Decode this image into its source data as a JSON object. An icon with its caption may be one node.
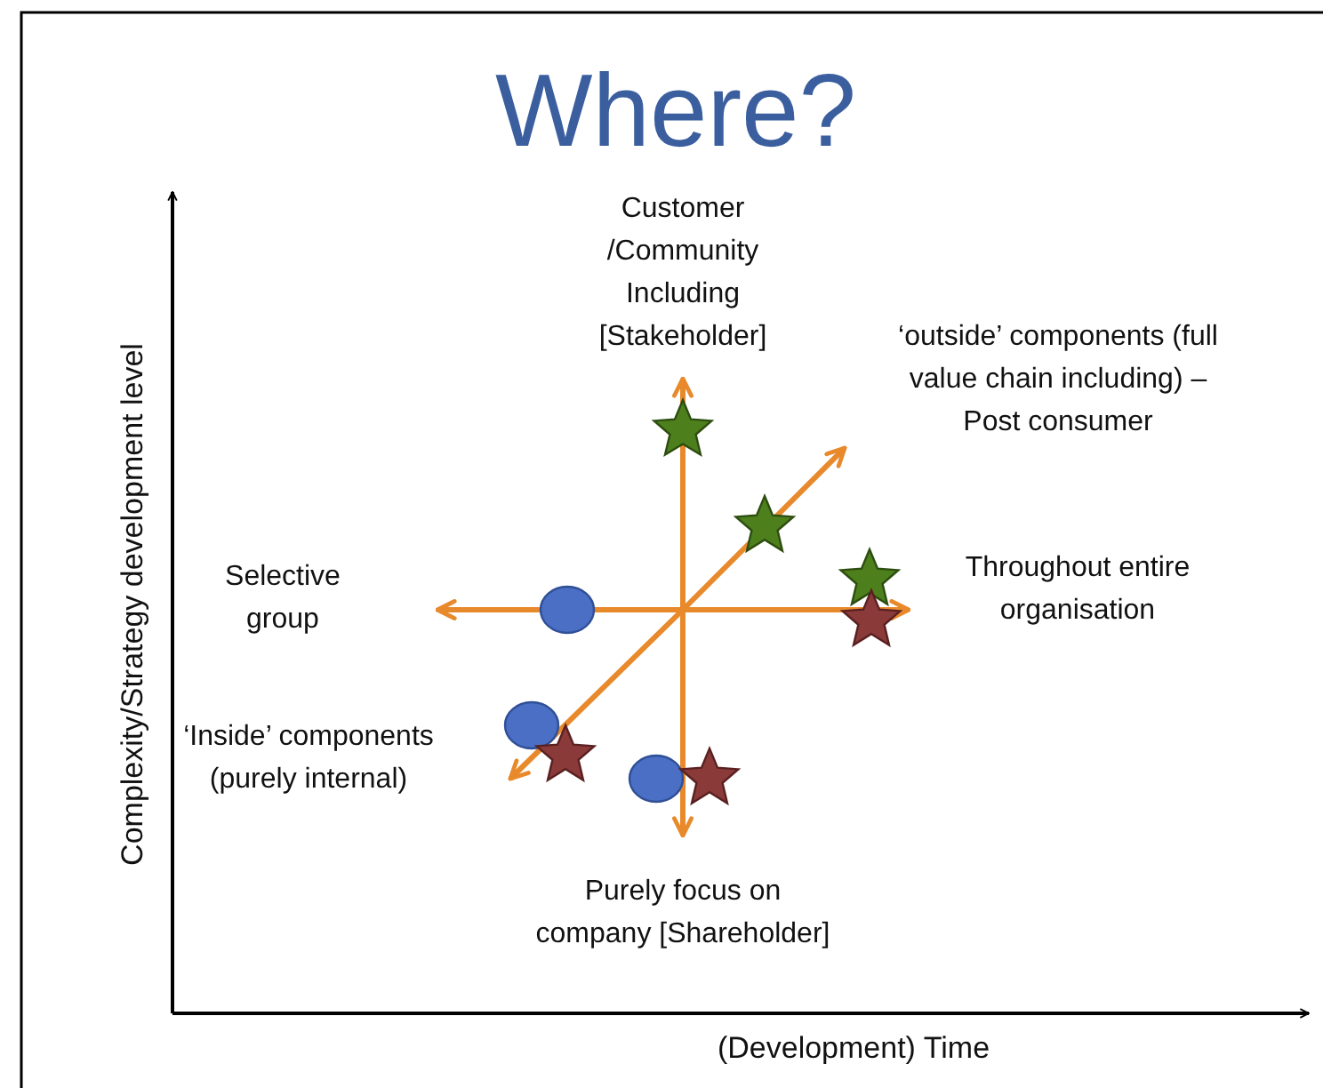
{
  "diagram": {
    "title": "Where?",
    "nodes": [
      {
        "text": [
          "Customer /Community Including [Stakeholder]"
        ]
      },
      {
        "text": [
          "‘outside’ components (full value chain including) – Post consumer"
        ]
      },
      {
        "text": [
          "Selective group"
        ]
      },
      {
        "text": [
          "Throughout entire organisation"
        ]
      },
      {
        "text": [
          "‘Inside’ components (purely internal)"
        ]
      },
      {
        "text": [
          "Purely focus on company [Shareholder]"
        ]
      }
    ],
    "edges": [
      {
        "from": null,
        "to": 0,
        "arrow": "to"
      },
      {
        "from": null,
        "to": 1,
        "arrow": "to"
      },
      {
        "from": null,
        "to": 2,
        "arrow": "to"
      },
      {
        "from": null,
        "to": 3,
        "arrow": "to"
      },
      {
        "from": null,
        "to": 4,
        "arrow": "to"
      },
      {
        "from": null,
        "to": 5,
        "arrow": "to"
      }
    ],
    "labels": [
      "Complexity/Strategy development level",
      "(Development) Time"
    ]
  }
}
